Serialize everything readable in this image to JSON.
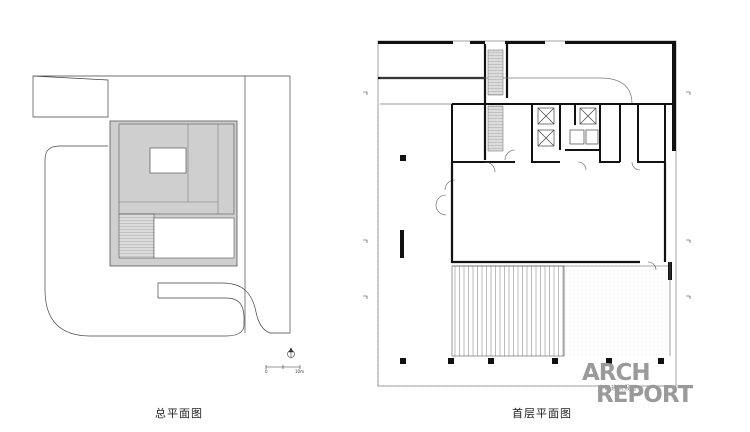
{
  "captions": {
    "site_plan": "总平面图",
    "ground_floor_plan": "首层平面图"
  },
  "scale_bar": {
    "start": "0",
    "end": "10m"
  },
  "watermark": {
    "line1": "ARCH",
    "line2": "REPORT",
    "subtitle": "中国建筑报道"
  },
  "colors": {
    "line": "#222222",
    "hatch_fill": "#d2d2d2",
    "watermark": "#9a9a9a"
  }
}
